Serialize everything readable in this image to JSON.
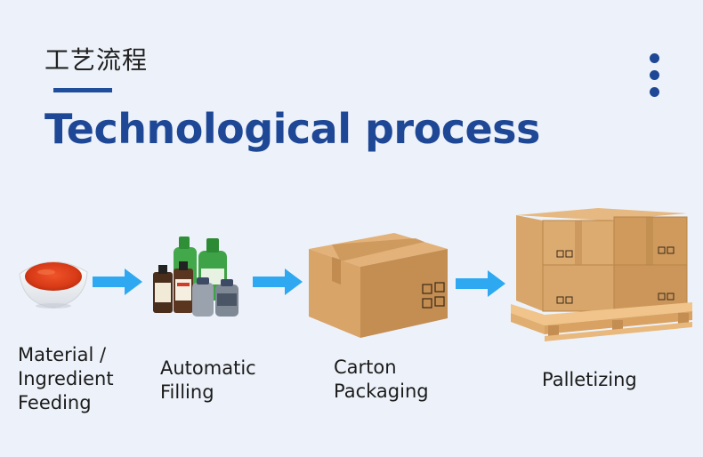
{
  "header": {
    "subtitle_cn": "工艺流程",
    "title_en": "Technological process"
  },
  "menu": {
    "icon": "more-vertical-icon"
  },
  "steps": [
    {
      "label_lines": [
        "Material /",
        "Ingredient",
        "Feeding"
      ],
      "image": "sauce-bowl-image"
    },
    {
      "label_lines": [
        "Automatic",
        "Filling"
      ],
      "image": "filled-bottles-image"
    },
    {
      "label_lines": [
        "Carton",
        "Packaging"
      ],
      "image": "carton-box-image"
    },
    {
      "label_lines": [
        "Palletizing"
      ],
      "image": "palletized-cartons-image"
    }
  ],
  "colors": {
    "accent": "#1e4795",
    "arrow": "#2ea8f0",
    "background": "#edf2fa"
  }
}
